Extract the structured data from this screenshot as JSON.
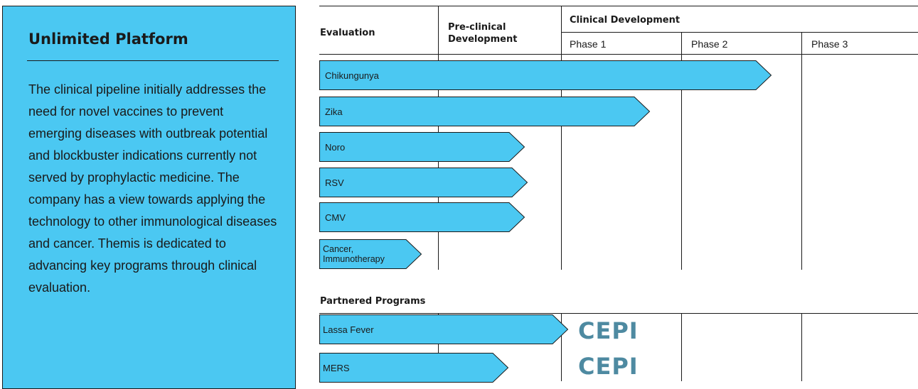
{
  "sidebar": {
    "title": "Unlimited Platform",
    "body": "The clinical pipeline initially addresses the need for novel vaccines to prevent emerging diseases with outbreak potential and blockbuster indications currently not served by prophylactic medicine. The company has a view towards applying the technology to other immunological diseases and cancer. Themis is dedicated to advancing key programs through clinical evaluation."
  },
  "table": {
    "col_evaluation": "Evaluation",
    "col_preclinical": "Pre-clinical Development",
    "col_clinical": "Clinical Development",
    "phases": [
      "Phase 1",
      "Phase 2",
      "Phase 3"
    ]
  },
  "programs": [
    {
      "name": "Chikungunya"
    },
    {
      "name": "Zika"
    },
    {
      "name": "Noro"
    },
    {
      "name": "RSV"
    },
    {
      "name": "CMV"
    },
    {
      "name": "Cancer, Immunotherapy"
    }
  ],
  "partnered": {
    "heading": "Partnered Programs",
    "programs": [
      {
        "name": "Lassa Fever",
        "partner": "CEPI"
      },
      {
        "name": "MERS",
        "partner": "CEPI"
      }
    ]
  },
  "colors": {
    "bar_fill": "#4bc8f2",
    "bar_stroke": "#1a1a1a",
    "partner_logo": "#4e8aa1"
  }
}
